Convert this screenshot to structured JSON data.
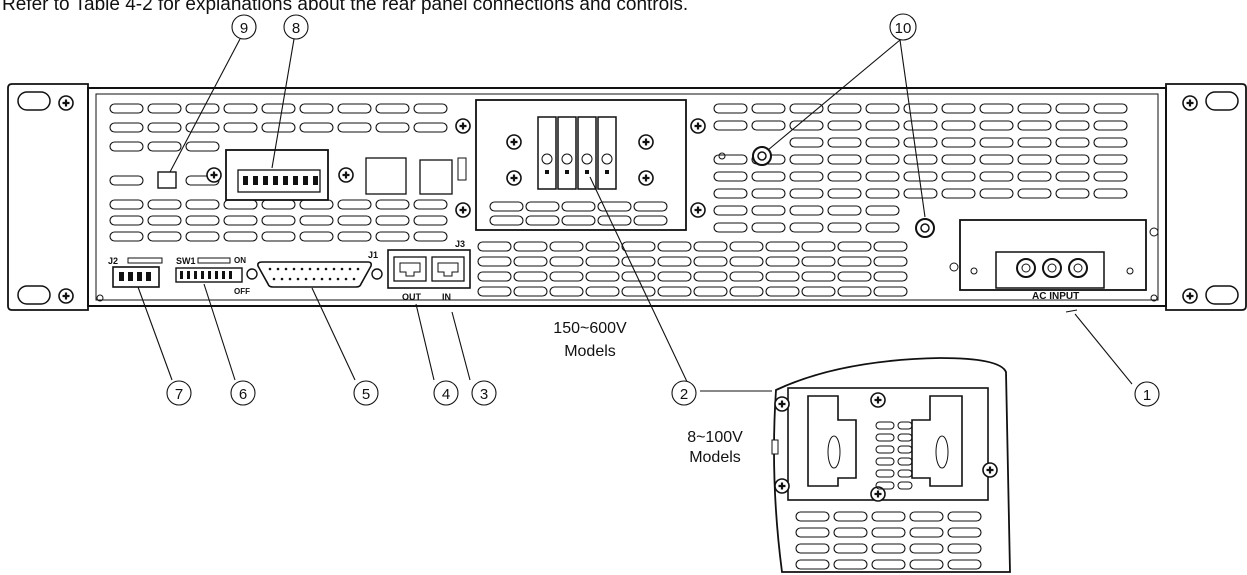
{
  "intro_text": "Refer to Table 4-2 for explanations about the rear panel connections and controls.",
  "panel_labels": {
    "j1": "J1",
    "j2": "J2",
    "j3": "J3",
    "sw1": "SW1",
    "on": "ON",
    "off": "OFF",
    "out": "OUT",
    "in": "IN",
    "ac_input": "AC INPUT"
  },
  "model_labels": {
    "high_line1": "150~600V",
    "high_line2": "Models",
    "low_line1": "8~100V",
    "low_line2": "Models"
  },
  "callouts": [
    "1",
    "2",
    "3",
    "4",
    "5",
    "6",
    "7",
    "8",
    "9",
    "10"
  ]
}
